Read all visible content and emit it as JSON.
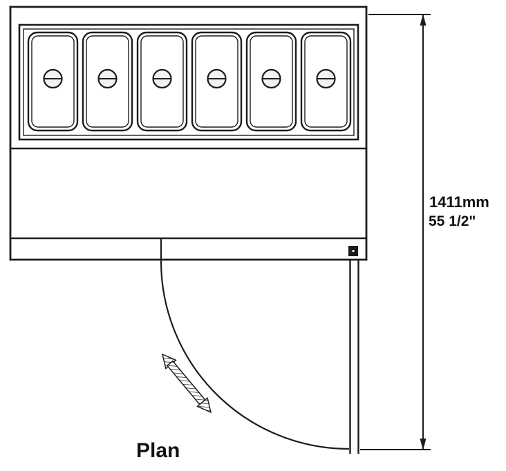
{
  "diagram": {
    "plan_label": "Plan",
    "dimension": {
      "metric": "1411mm",
      "imperial": "55 1/2\""
    },
    "pans": {
      "count": 6
    },
    "colors": {
      "line": "#1c1c1c",
      "background": "#ffffff"
    }
  }
}
